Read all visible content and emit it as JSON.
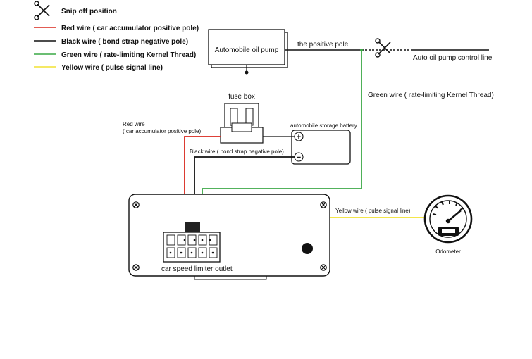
{
  "legend": {
    "snip": "Snip off position",
    "red": "Red wire ( car accumulator positive pole)",
    "black": "Black wire ( bond strap negative pole)",
    "green": "Green wire ( rate-limiting Kernel Thread)",
    "yellow": "Yellow wire ( pulse signal line)"
  },
  "colors": {
    "red": "#d9261c",
    "black": "#111111",
    "green": "#3aa845",
    "yellow": "#f2e232"
  },
  "labels": {
    "oil_pump": "Automobile oil pump",
    "positive_pole": "the positive pole",
    "control_line": "Auto oil pump control line",
    "green_wire": "Green wire ( rate-limiting Kernel Thread)",
    "fuse_box": "fuse box",
    "battery": "automobile storage battery",
    "plus": "+",
    "minus": "−",
    "red_wire_line1": "Red wire",
    "red_wire_line2": "( car accumulator positive pole)",
    "black_wire": "Black wire ( bond strap negative pole)",
    "yellow_wire": "Yellow wire ( pulse signal line)",
    "outlet": "car speed limiter outlet",
    "odometer": "Odometer"
  },
  "icons": {
    "snip": "scissors-icon",
    "screw": "screw-icon",
    "gauge": "speedometer-icon"
  }
}
